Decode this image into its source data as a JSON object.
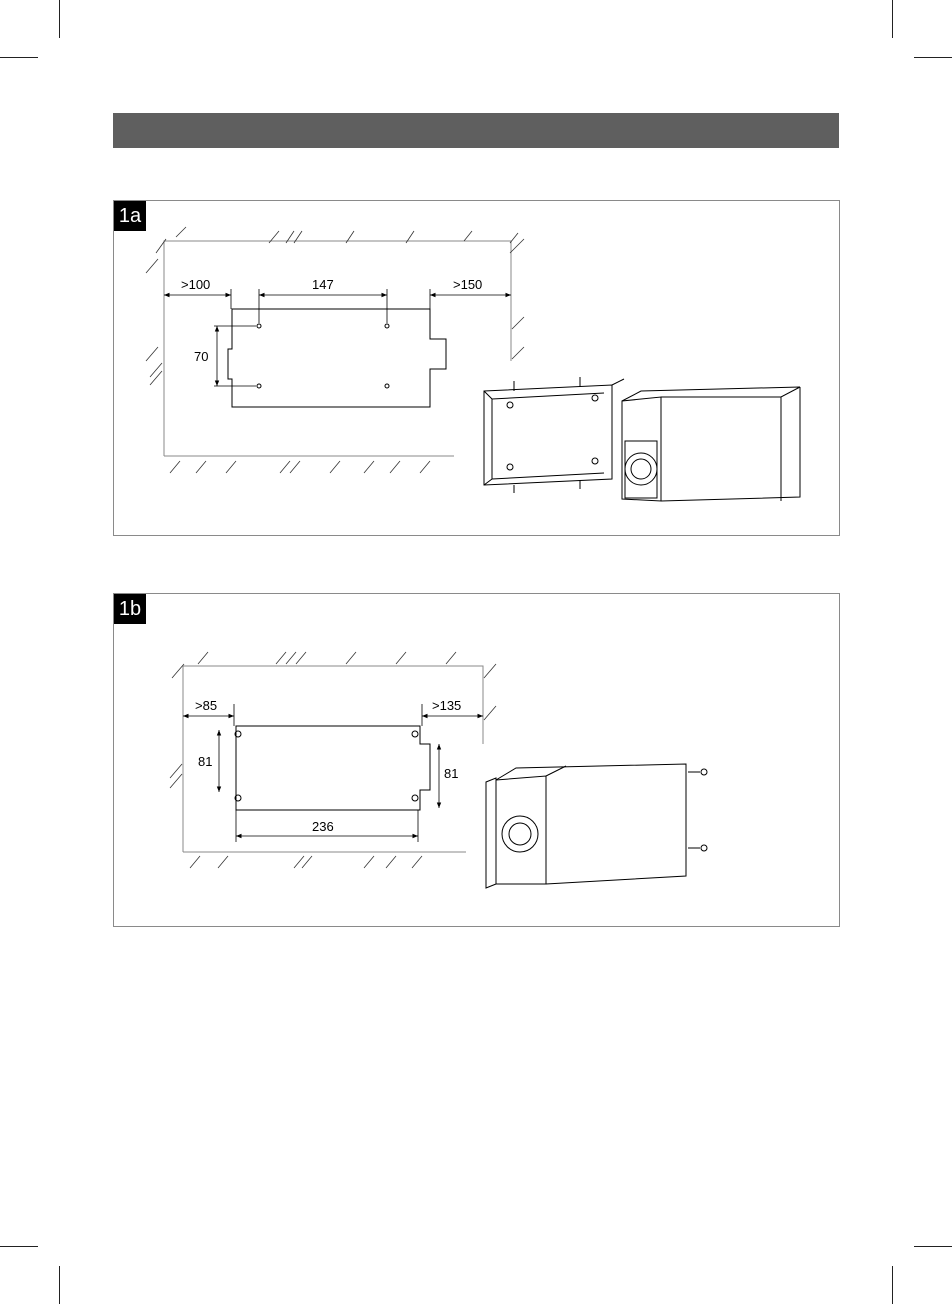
{
  "figures": [
    {
      "label": "1a",
      "dims": {
        "left": ">100",
        "span": "147",
        "right": ">150",
        "height": "70"
      }
    },
    {
      "label": "1b",
      "dims": {
        "left": ">85",
        "right": ">135",
        "height_left": "81",
        "height_right": "81",
        "span": "236"
      }
    }
  ],
  "colors": {
    "header": "#5f5f5f",
    "label_bg": "#000000",
    "line": "#000000"
  }
}
